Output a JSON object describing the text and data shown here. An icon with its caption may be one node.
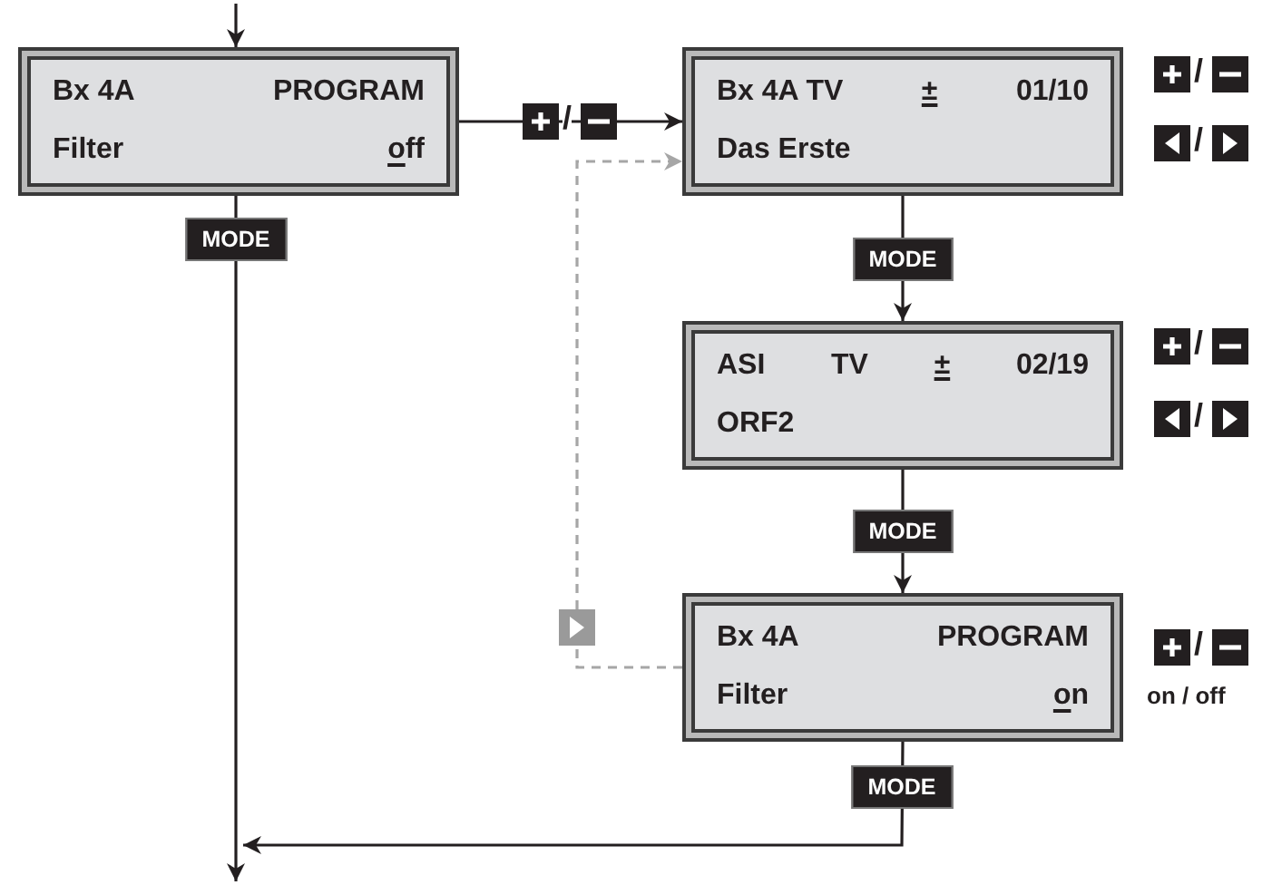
{
  "diagram": {
    "nodes": [
      {
        "text": [
          "Bx 4A",
          "PROGRAM",
          "Filter",
          "off"
        ]
      },
      {
        "text": [
          "Bx 4A TV",
          "±",
          "01/10",
          "Das Erste"
        ]
      },
      {
        "text": [
          "ASI",
          "TV",
          "±",
          "02/19",
          "ORF2"
        ]
      },
      {
        "text": [
          "Bx 4A",
          "PROGRAM",
          "Filter",
          "on"
        ]
      }
    ],
    "edges": [
      {
        "from": null,
        "to": 0,
        "arrow": "to"
      },
      {
        "from": 0,
        "to": 1,
        "arrow": "to"
      },
      {
        "from": 1,
        "to": 2,
        "arrow": "to",
        "label": "MODE"
      },
      {
        "from": 2,
        "to": 3,
        "arrow": "to",
        "label": "MODE"
      },
      {
        "from": 0,
        "to": null,
        "arrow": "to",
        "label": "MODE"
      },
      {
        "from": 3,
        "to": null,
        "arrow": "to",
        "label": "MODE"
      },
      {
        "from": 3,
        "to": 1,
        "arrow": "to",
        "style": "dashed",
        "color": "#a6a6a6"
      }
    ],
    "labels": [
      "/",
      "/",
      "/",
      "/",
      "/",
      "/",
      "on / off"
    ]
  }
}
